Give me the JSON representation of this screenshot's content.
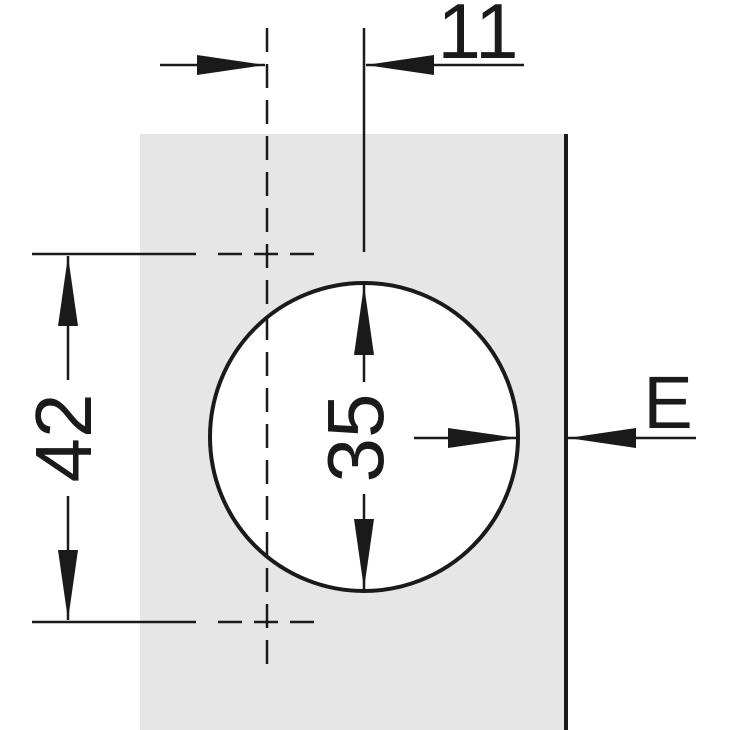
{
  "dimensions": {
    "horizontal_offset": "11",
    "vertical_spacing": "42",
    "cup_diameter": "35",
    "edge_distance": "E"
  },
  "colors": {
    "panel": "#e6e6e6",
    "line": "#1a1a1a",
    "background": "#ffffff",
    "cup": "#ffffff"
  }
}
